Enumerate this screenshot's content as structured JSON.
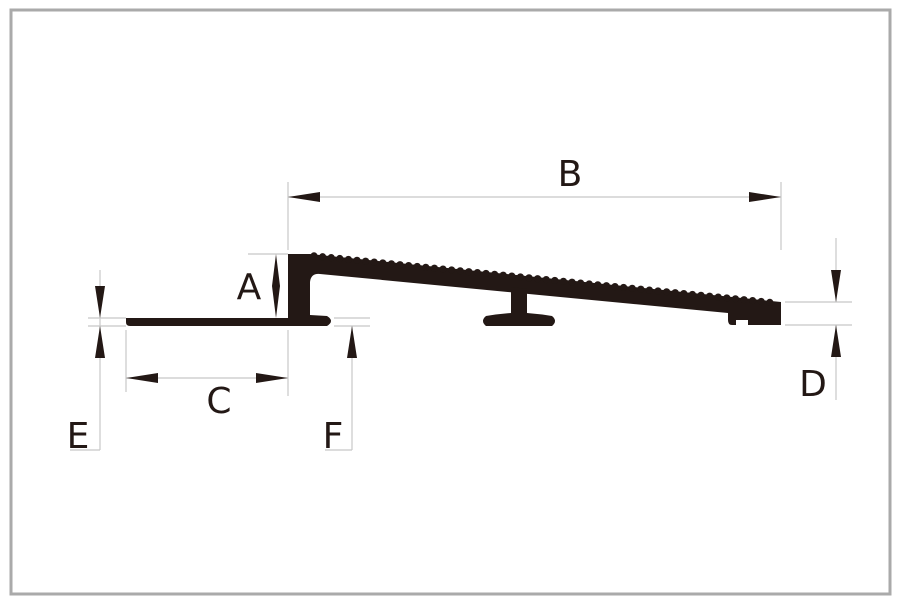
{
  "diagram": {
    "labels": {
      "a": "A",
      "b": "B",
      "c": "C",
      "d": "D",
      "e": "E",
      "f": "F"
    },
    "colors": {
      "profile": "#231815",
      "frame": "#aaaaaa",
      "dimension_lines": "#c8c8c8"
    }
  }
}
